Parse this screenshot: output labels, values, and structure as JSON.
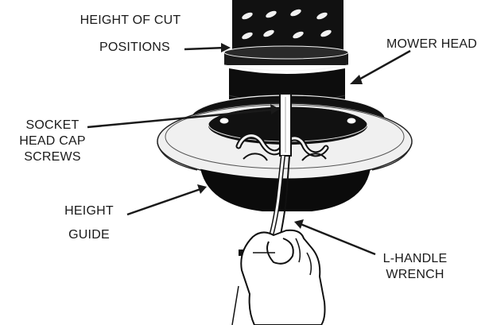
{
  "labels": {
    "height_of_cut_line1": "HEIGHT OF CUT",
    "height_of_cut_line2": "POSITIONS",
    "mower_head": "MOWER HEAD",
    "socket_line1": "SOCKET",
    "socket_line2": "HEAD CAP",
    "socket_line3": "SCREWS",
    "height_guide_line1": "HEIGHT",
    "height_guide_line2": "GUIDE",
    "wrench_line1": "L-HANDLE",
    "wrench_line2": "WRENCH"
  },
  "colors": {
    "ink": "#111111",
    "line": "#1a1a1a",
    "paper": "#ffffff"
  }
}
